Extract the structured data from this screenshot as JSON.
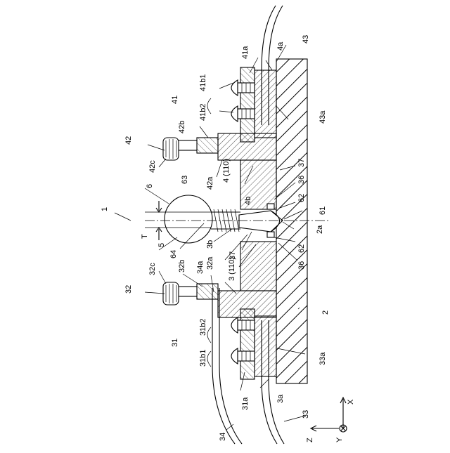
{
  "labels": {
    "n1": "1",
    "n2": "2",
    "n2a": "2a",
    "n3": "3",
    "n3_110": "3 (110)",
    "n3a": "3a",
    "n3b": "3b",
    "n4": "4",
    "n4_110": "4 (110)",
    "n4a": "4a",
    "n4b": "4b",
    "n5": "5",
    "n6": "6",
    "n31": "31",
    "n31a": "31a",
    "n31b1": "31b1",
    "n31b2": "31b2",
    "n32": "32",
    "n32a": "32a",
    "n32b": "32b",
    "n32c": "32c",
    "n33": "33",
    "n33a": "33a",
    "n34": "34",
    "n34a": "34a",
    "n36_top": "36",
    "n36_bottom": "36",
    "n37_top": "37",
    "n37_bottom": "37",
    "n41": "41",
    "n41a": "41a",
    "n41b1": "41b1",
    "n41b2": "41b2",
    "n42": "42",
    "n42a": "42a",
    "n42b": "42b",
    "n42c": "42c",
    "n43": "43",
    "n43a": "43a",
    "n61": "61",
    "n62_top": "62",
    "n62_bottom": "62",
    "n63": "63",
    "n64": "64",
    "nT": "T"
  },
  "axes": {
    "x": "X",
    "y": "Y",
    "z": "Z"
  },
  "colors": {
    "ink": "#000000",
    "paper": "#ffffff"
  }
}
